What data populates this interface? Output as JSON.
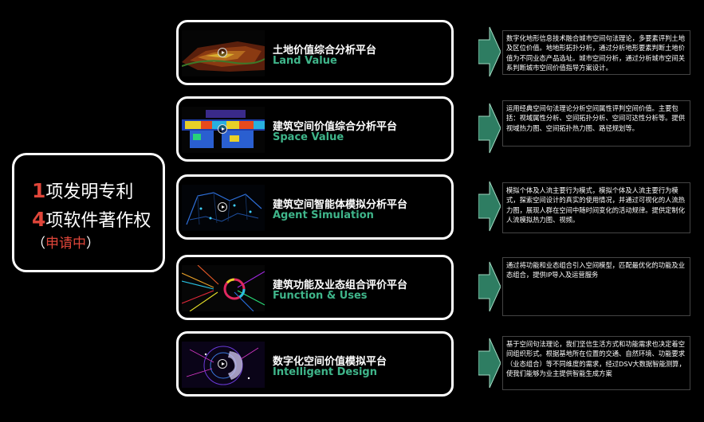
{
  "summary": {
    "patent_num": "1",
    "patent_text": "项发明专利",
    "software_num": "4",
    "software_text": "项软件著作权",
    "status_open": "（",
    "status_text": "申请中",
    "status_close": "）"
  },
  "platforms": [
    {
      "title": "土地价值综合分析平台",
      "subtitle": "Land Value",
      "description": "数字化地形信息技术融合城市空间句法理论，多要素评判土地及区位价值。地地形拓扑分析，通过分析地形要素判断土地价值为不同业态产品选址。城市空间分析，通过分析城市空间关系判断城市空间价值指导方案设计。"
    },
    {
      "title": "建筑空间价值综合分析平台",
      "subtitle": "Space Value",
      "description": "运用经典空间句法理论分析空间属性评判空间价值。主要包括：视域属性分析、空间拓扑分析、空间可达性分析等。提供视域热力图、空间拓扑热力图、路径规划等。"
    },
    {
      "title": "建筑空间智能体模拟分析平台",
      "subtitle": "Agent Simulation",
      "description": "模拟个体及人流主要行为模式，模拟个体及人流主要行为模式，探索空间设计的真实的使用情况，并通过可视化的人流热力图，展现人群在空间中随时间变化的活动规律。提供定制化人流模拟热力图、视频。"
    },
    {
      "title": "建筑功能及业态组合评价平台",
      "subtitle": "Function & Uses",
      "description": "通过将功能和业态组合引入空间模型，匹配最优化的功能及业态组合，提供IP导入及运营服务"
    },
    {
      "title": "数字化空间价值模拟平台",
      "subtitle": "Intelligent Design",
      "description": "基于空间句法理论，我们坚信生活方式和功能需求也决定着空间组织形式。根据基地所在位置的交通、自然环境、功能要求（业态组合）等不同维度的需求，经过DSV大数据智能测算，使我们能够为业主提供智能生成方案"
    }
  ],
  "colors": {
    "accent_red": "#e0463a",
    "subtitle_green": "#3fb58a",
    "arrow_green": "#2e7d62"
  }
}
